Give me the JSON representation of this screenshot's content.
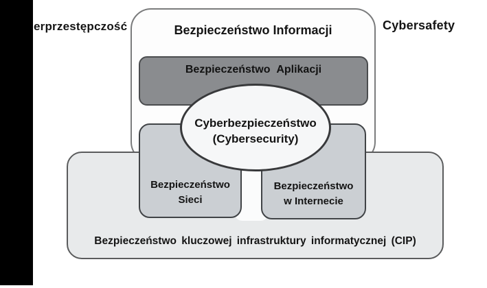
{
  "diagram": {
    "outside_labels": {
      "top_left_clipped": "erprzestępczość",
      "top_right": "Cybersafety"
    },
    "information_security": {
      "label": "Bezpieczeństwo Informacji"
    },
    "application_security": {
      "label": "Bezpieczeństwo Aplikacji"
    },
    "cybersecurity_ellipse": {
      "line1": "Cyberbezpieczeństwo",
      "line2": "(Cybersecurity)"
    },
    "network_security": {
      "line1": "Bezpieczeństwo",
      "line2": "Sieci"
    },
    "internet_security": {
      "line1": "Bezpieczeństwo",
      "line2": "w Internecie"
    },
    "cip": {
      "label": "Bezpieczeństwo kluczowej infrastruktury informatycznej (CIP)"
    },
    "colors": {
      "left_bar": "#000000",
      "background": "#ffffff",
      "information_security_fill": "#fdfdfd",
      "information_security_border": "#7a7b7c",
      "application_security_fill": "#8a8c8f",
      "application_security_border": "#4a4c4e",
      "mid_box_fill": "#cbcfd3",
      "mid_box_border": "#404346",
      "cip_fill": "#e8eaeb",
      "cip_border": "#5a5b5c",
      "ellipse_fill": "#f6f7f8",
      "ellipse_border": "#38393b",
      "text": "#141414"
    }
  }
}
